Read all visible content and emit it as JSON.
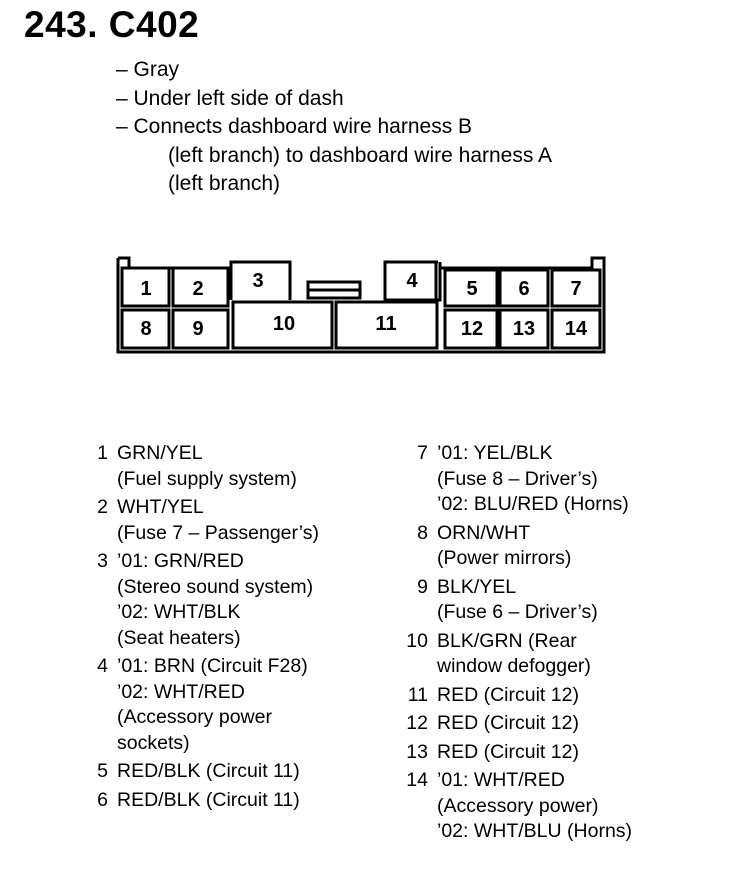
{
  "title": "243. C402",
  "description": [
    "– Gray",
    "– Under left side of dash",
    "– Connects dashboard wire harness B",
    "(left branch) to dashboard wire harness A",
    "(left branch)"
  ],
  "connector_cells": [
    "1",
    "2",
    "3",
    "4",
    "5",
    "6",
    "7",
    "8",
    "9",
    "10",
    "11",
    "12",
    "13",
    "14"
  ],
  "pins_left": [
    {
      "num": "1",
      "lines": [
        "GRN/YEL",
        "(Fuel supply system)"
      ]
    },
    {
      "num": "2",
      "lines": [
        "WHT/YEL",
        "(Fuse 7 – Passenger’s)"
      ]
    },
    {
      "num": "3",
      "lines": [
        "’01: GRN/RED",
        "(Stereo sound system)",
        "’02: WHT/BLK",
        "(Seat heaters)"
      ]
    },
    {
      "num": "4",
      "lines": [
        "’01: BRN (Circuit F28)",
        "’02: WHT/RED",
        "(Accessory power",
        "sockets)"
      ]
    },
    {
      "num": "5",
      "lines": [
        "RED/BLK (Circuit 11)"
      ]
    },
    {
      "num": "6",
      "lines": [
        "RED/BLK (Circuit 11)"
      ]
    }
  ],
  "pins_right": [
    {
      "num": "7",
      "lines": [
        "’01: YEL/BLK",
        "(Fuse 8 – Driver’s)",
        "’02: BLU/RED (Horns)"
      ]
    },
    {
      "num": "8",
      "lines": [
        "ORN/WHT",
        "(Power mirrors)"
      ]
    },
    {
      "num": "9",
      "lines": [
        "BLK/YEL",
        "(Fuse 6 – Driver’s)"
      ]
    },
    {
      "num": "10",
      "lines": [
        "BLK/GRN (Rear",
        "window defogger)"
      ]
    },
    {
      "num": "11",
      "lines": [
        "RED (Circuit 12)"
      ]
    },
    {
      "num": "12",
      "lines": [
        "RED (Circuit 12)"
      ]
    },
    {
      "num": "13",
      "lines": [
        "RED (Circuit 12)"
      ]
    },
    {
      "num": "14",
      "lines": [
        "’01: WHT/RED",
        "(Accessory power)",
        "’02: WHT/BLU (Horns)"
      ]
    }
  ]
}
